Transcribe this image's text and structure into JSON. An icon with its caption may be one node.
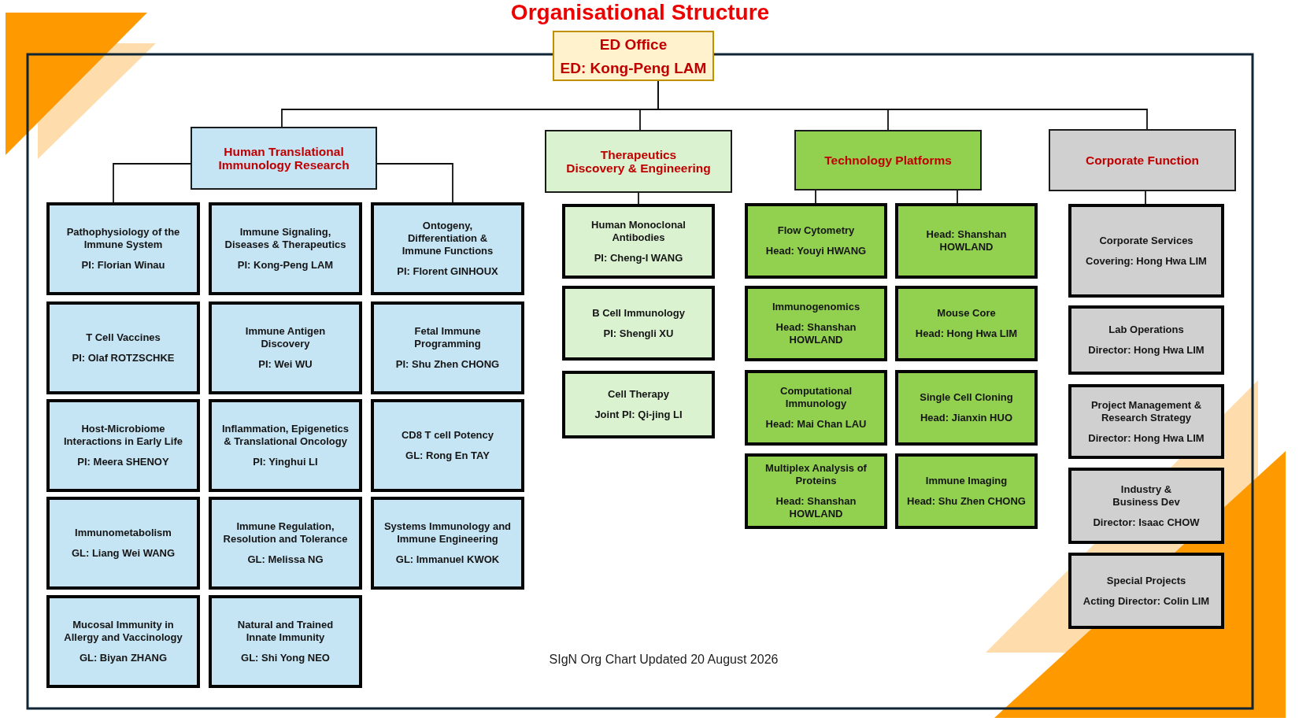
{
  "diagram": {
    "title": "Organisational Structure",
    "nodes": [
      {
        "text": [
          "ED Office",
          "ED: Kong-Peng LAM"
        ]
      },
      {
        "text": [
          "Human Translational Immunology Research"
        ]
      },
      {
        "text": [
          "Therapeutics Discovery & Engineering"
        ]
      },
      {
        "text": [
          "Technology Platforms"
        ]
      },
      {
        "text": [
          "Corporate Function"
        ]
      },
      {
        "text": [
          "Pathophysiology of the Immune System",
          "PI: Florian Winau"
        ]
      },
      {
        "text": [
          "Immune Signaling, Diseases & Therapeutics",
          "PI: Kong-Peng LAM"
        ]
      },
      {
        "text": [
          "Ontogeny, Differentiation & Immune Functions",
          "PI: Florent GINHOUX"
        ]
      },
      {
        "text": [
          "T Cell Vaccines",
          "PI: Olaf ROTZSCHKE"
        ]
      },
      {
        "text": [
          "Immune Antigen Discovery",
          "PI: Wei WU"
        ]
      },
      {
        "text": [
          "Fetal Immune Programming",
          "PI: Shu Zhen CHONG"
        ]
      },
      {
        "text": [
          "Host-Microbiome Interactions in Early Life",
          "PI: Meera SHENOY"
        ]
      },
      {
        "text": [
          "Inflammation, Epigenetics & Translational Oncology",
          "PI: Yinghui LI"
        ]
      },
      {
        "text": [
          "CD8 T cell Potency",
          "GL: Rong En TAY"
        ]
      },
      {
        "text": [
          "Immunometabolism",
          "GL: Liang Wei WANG"
        ]
      },
      {
        "text": [
          "Immune Regulation, Resolution and Tolerance",
          "GL: Melissa NG"
        ]
      },
      {
        "text": [
          "Systems Immunology and Immune Engineering",
          "GL: Immanuel KWOK"
        ]
      },
      {
        "text": [
          "Mucosal Immunity in Allergy and Vaccinology",
          "GL: Biyan ZHANG"
        ]
      },
      {
        "text": [
          "Natural and Trained Innate Immunity",
          "GL: Shi Yong NEO"
        ]
      },
      {
        "text": [
          "Human Monoclonal Antibodies",
          "PI: Cheng-I WANG"
        ]
      },
      {
        "text": [
          "B Cell Immunology",
          "PI: Shengli XU"
        ]
      },
      {
        "text": [
          "Cell Therapy",
          "Joint PI: Qi-jing LI"
        ]
      },
      {
        "text": [
          "Flow Cytometry",
          "Head: Youyi HWANG"
        ]
      },
      {
        "text": [
          "Head: Shanshan HOWLAND"
        ]
      },
      {
        "text": [
          "Immunogenomics",
          "Head: Shanshan HOWLAND"
        ]
      },
      {
        "text": [
          "Mouse Core",
          "Head: Hong Hwa LIM"
        ]
      },
      {
        "text": [
          "Computational Immunology",
          "Head: Mai Chan LAU"
        ]
      },
      {
        "text": [
          "Single Cell Cloning",
          "Head: Jianxin HUO"
        ]
      },
      {
        "text": [
          "Multiplex Analysis of Proteins",
          "Head: Shanshan HOWLAND"
        ]
      },
      {
        "text": [
          "Immune Imaging",
          "Head: Shu Zhen CHONG"
        ]
      },
      {
        "text": [
          "Corporate Services",
          "Covering: Hong Hwa LIM"
        ]
      },
      {
        "text": [
          "Lab Operations",
          "Director: Hong Hwa LIM"
        ]
      },
      {
        "text": [
          "Project Management & Research Strategy",
          "Director: Hong Hwa LIM"
        ]
      },
      {
        "text": [
          "Industry & Business Dev",
          "Director: Isaac CHOW"
        ]
      },
      {
        "text": [
          "Special Projects",
          "Acting Director: Colin LIM"
        ]
      }
    ],
    "edges": [
      {
        "from": 0,
        "to": 1,
        "arrow": "none"
      },
      {
        "from": 0,
        "to": 2,
        "arrow": "none"
      },
      {
        "from": 0,
        "to": 3,
        "arrow": "none"
      },
      {
        "from": 0,
        "to": 4,
        "arrow": "none"
      },
      {
        "from": 1,
        "to": 5,
        "arrow": "none"
      },
      {
        "from": 1,
        "to": 7,
        "arrow": "none"
      },
      {
        "from": 2,
        "to": 19,
        "arrow": "none"
      },
      {
        "from": 3,
        "to": 22,
        "arrow": "none"
      },
      {
        "from": 3,
        "to": 23,
        "arrow": "none"
      },
      {
        "from": 4,
        "to": 30,
        "arrow": "none"
      }
    ],
    "labels": [
      "SIgN Org Chart Updated 20 August 2026"
    ]
  }
}
